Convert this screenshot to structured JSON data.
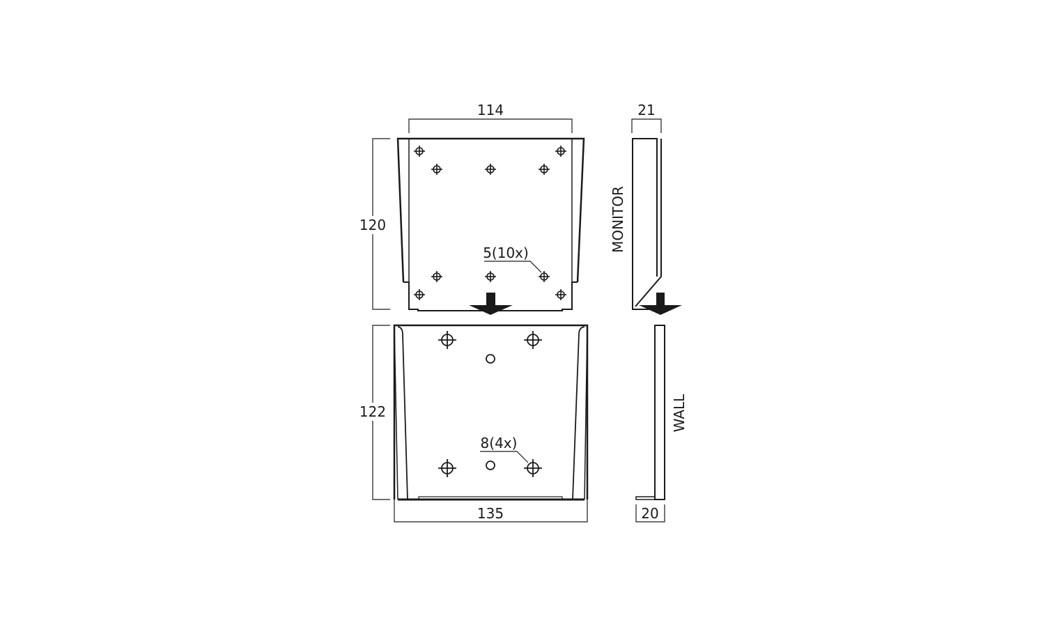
{
  "dimensions": {
    "monitor_plate_width": "114",
    "monitor_plate_height": "120",
    "monitor_side_depth": "21",
    "wall_plate_width": "135",
    "wall_plate_height": "122",
    "wall_side_depth": "20"
  },
  "callouts": {
    "monitor_holes": "5(10x)",
    "wall_holes": "8(4x)"
  },
  "labels": {
    "monitor": "MONITOR",
    "wall": "WALL"
  },
  "colors": {
    "line": "#1a1a1a",
    "background": "#ffffff"
  }
}
